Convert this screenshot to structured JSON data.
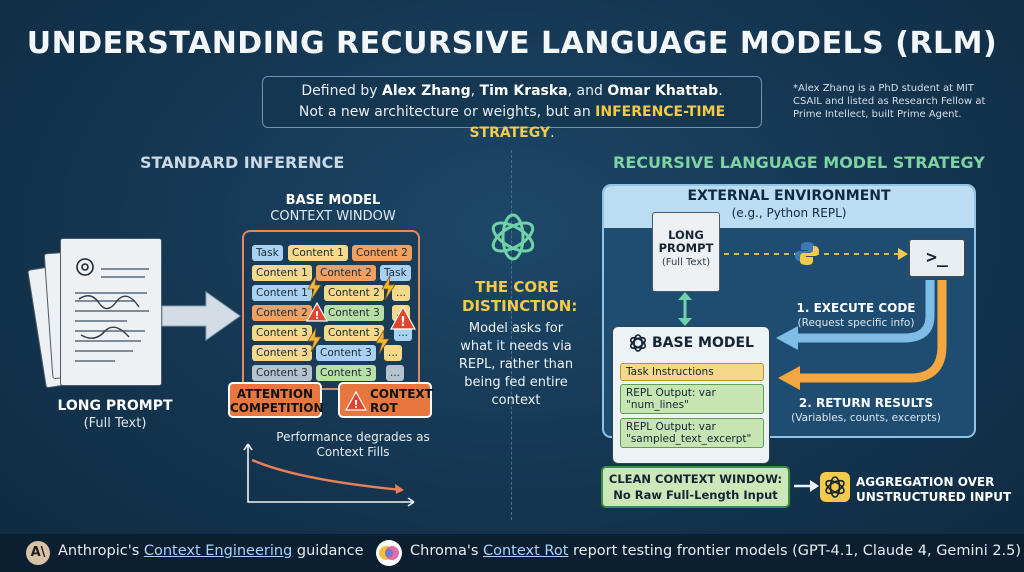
{
  "header": {
    "title": "UNDERSTANDING RECURSIVE LANGUAGE MODELS (RLM)",
    "intro_prefix": "Defined by ",
    "author1": "Alex Zhang",
    "sep1": ", ",
    "author2": "Tim Kraska",
    "sep2": ", and ",
    "author3": "Omar Khattab",
    "intro_end": ".",
    "intro_line2_prefix": "Not a new architecture or weights, but an ",
    "intro_highlight": "INFERENCE-TIME STRATEGY",
    "intro_line2_end": ".",
    "footnote": "*Alex Zhang is a PhD student at MIT CSAIL and listed as Research Fellow at Prime Intellect, built Prime Agent."
  },
  "standard": {
    "section_title": "STANDARD INFERENCE",
    "doc_label": "LONG PROMPT",
    "doc_sub": "(Full Text)",
    "base_model_title": "BASE MODEL",
    "context_window_label": "CONTEXT WINDOW",
    "chips": {
      "task": "Task",
      "c1": "Content 1",
      "c2": "Content 2",
      "c3": "Content 3",
      "ellipsis": "..."
    },
    "attention_badge": "ATTENTION COMPETITION",
    "rot_badge": "CONTEXT ROT",
    "performance_note": "Performance degrades as Context Fills"
  },
  "core": {
    "title": "THE CORE DISTINCTION:",
    "body": "Model asks for what it needs via REPL, rather than being fed entire context"
  },
  "rlm": {
    "section_title": "RECURSIVE LANGUAGE MODEL STRATEGY",
    "env_title": "EXTERNAL ENVIRONMENT",
    "env_sub": "(e.g., Python REPL)",
    "doc_label": "LONG PROMPT",
    "doc_sub": "(Full Text)",
    "terminal_glyph": ">_",
    "step1_title": "1. EXECUTE CODE",
    "step1_sub": "(Request specific info)",
    "step2_title": "2. RETURN RESULTS",
    "step2_sub": "(Variables, counts, excerpts)",
    "base_model_title": "BASE MODEL",
    "task_instructions": "Task Instructions",
    "repl_output_1": "REPL Output: var \"num_lines\"",
    "repl_output_2": "REPL Output: var \"sampled_text_excerpt\"",
    "clean_window": "CLEAN CONTEXT WINDOW: No Raw Full-Length Input",
    "aggregation": "AGGREGATION OVER UNSTRUCTURED INPUT"
  },
  "footer": {
    "anthropic_prefix": "Anthropic's ",
    "anthropic_link": "Context Engineering",
    "anthropic_suffix": " guidance",
    "chroma_prefix": "Chroma's ",
    "chroma_link": "Context Rot",
    "chroma_suffix": " report testing frontier models (GPT-4.1, Claude 4, Gemini 2.5)"
  },
  "colors": {
    "background": "#143550",
    "accent_yellow": "#f5c94a",
    "accent_green": "#7ed3a2",
    "warning_orange": "#e7773f",
    "arrow_blue": "#7fbde6",
    "arrow_orange": "#f4a640"
  },
  "icons": {
    "model": "openai-knot-icon",
    "warning": "warning-triangle-icon",
    "lightning": "lightning-bolt-icon",
    "python": "python-logo-icon",
    "terminal": "terminal-icon",
    "anthropic": "anthropic-logo-icon",
    "chroma": "chroma-logo-icon"
  }
}
